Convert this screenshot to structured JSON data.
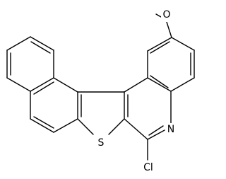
{
  "molecule": {
    "atoms": {
      "oxygen": "O",
      "nitrogen": "N",
      "sulfur": "S",
      "chlorine": "Cl"
    }
  }
}
